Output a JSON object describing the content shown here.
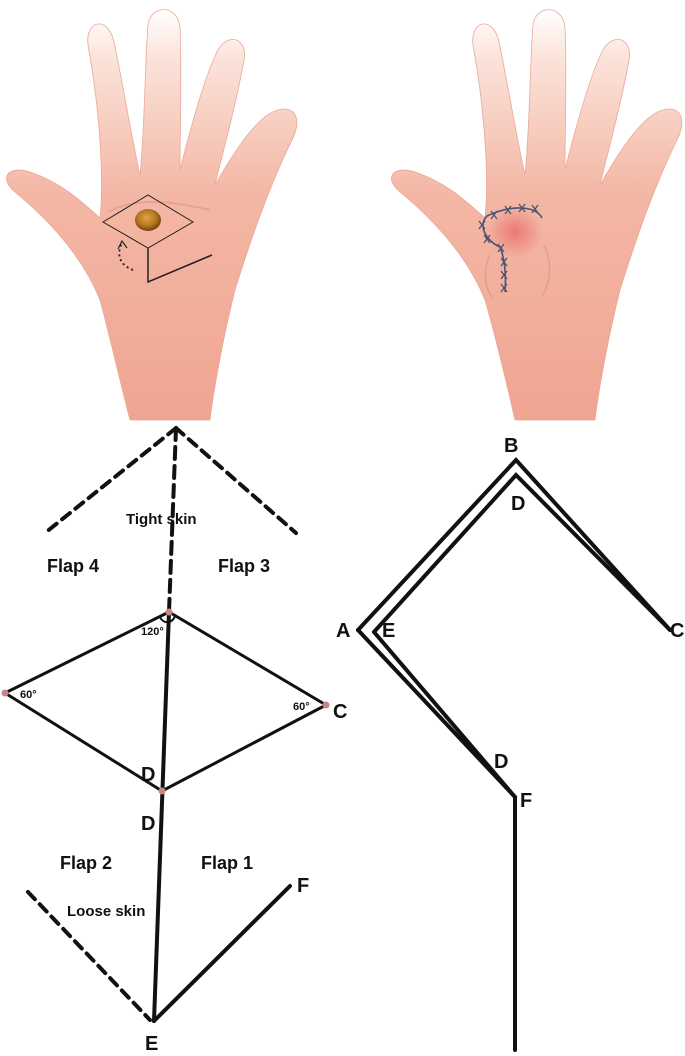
{
  "left_diagram": {
    "tight_skin": "Tight skin",
    "loose_skin": "Loose skin",
    "flaps": {
      "flap1": "Flap 1",
      "flap2": "Flap 2",
      "flap3": "Flap 3",
      "flap4": "Flap 4"
    },
    "points": {
      "c": "C",
      "d_upper": "D",
      "d_lower": "D",
      "e": "E",
      "f": "F"
    },
    "angles": {
      "top": "120°",
      "left": "60°",
      "right": "60°"
    }
  },
  "right_diagram": {
    "points": {
      "a": "A",
      "b": "B",
      "c": "C",
      "d_top": "D",
      "d_mid": "D",
      "e": "E",
      "f": "F"
    }
  },
  "colors": {
    "skin": "#f3b5a2",
    "skin_shadow": "#e99582",
    "lesion": "#b8761e",
    "suture": "#4a5470",
    "line": "#111111",
    "vertex": "#c98585"
  }
}
